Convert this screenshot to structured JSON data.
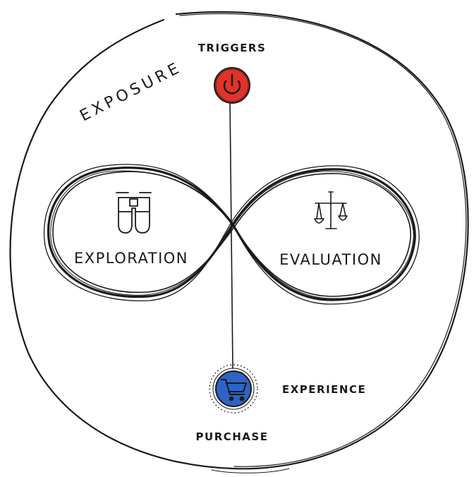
{
  "labels": {
    "exposure": "EXPOSURE",
    "triggers": "TRIGGERS",
    "exploration": "EXPLORATION",
    "evaluation": "EVALUATION",
    "experience": "EXPERIENCE",
    "purchase": "PURCHASE"
  },
  "icons": {
    "trigger": "power-icon",
    "exploration": "binoculars-icon",
    "evaluation": "scales-icon",
    "purchase": "shopping-cart-icon"
  },
  "colors": {
    "ink": "#1a1a1a",
    "trigger": "#e0332a",
    "purchase": "#2e63c6"
  }
}
